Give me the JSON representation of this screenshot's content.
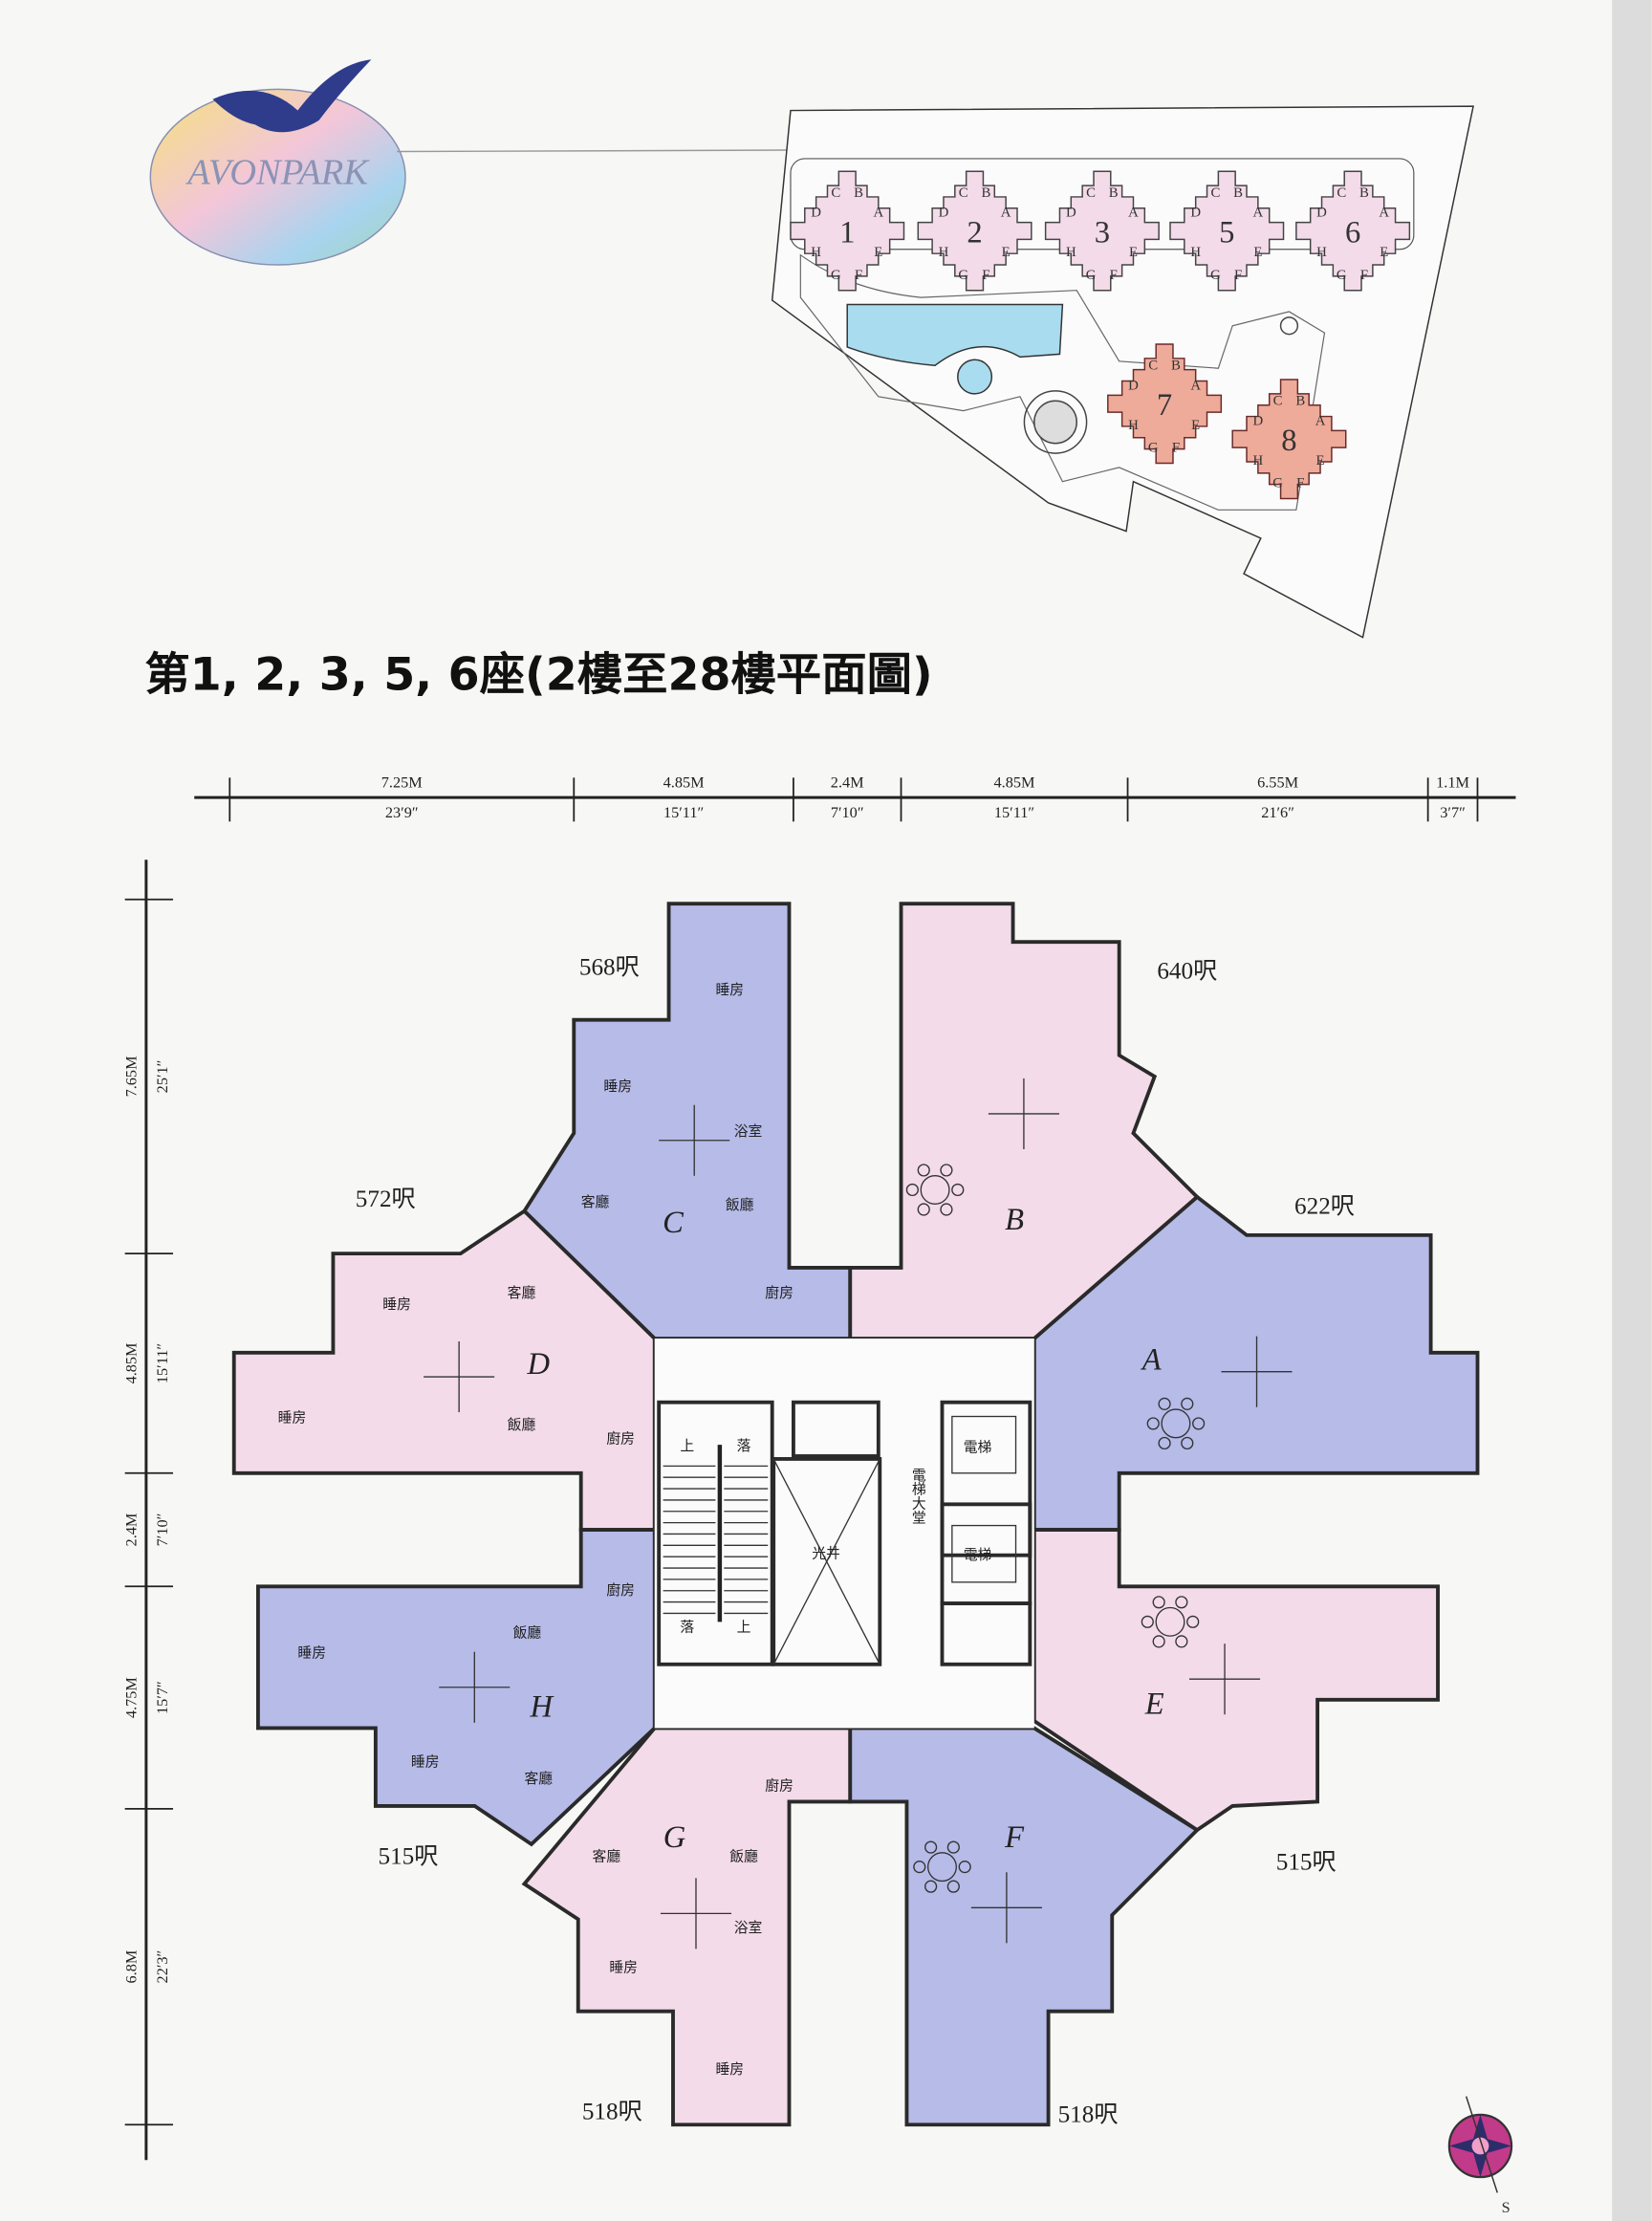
{
  "logo": {
    "text": "AVONPARK"
  },
  "title": "第1, 2, 3, 5, 6座(2樓至28樓平面圖)",
  "site_plan": {
    "blocks": [
      "1",
      "2",
      "3",
      "5",
      "6",
      "7",
      "8"
    ],
    "wing_letters": [
      "A",
      "B",
      "C",
      "D",
      "E",
      "F",
      "G",
      "H"
    ],
    "colors": {
      "highlight": "#f3dbe9",
      "other": "#eeab9a",
      "pool": "#a9dcef"
    }
  },
  "dimensions": {
    "horizontal": [
      {
        "m": "7.25M",
        "ft": "23′9″"
      },
      {
        "m": "4.85M",
        "ft": "15′11″"
      },
      {
        "m": "2.4M",
        "ft": "7′10″"
      },
      {
        "m": "4.85M",
        "ft": "15′11″"
      },
      {
        "m": "6.55M",
        "ft": "21′6″"
      },
      {
        "m": "1.1M",
        "ft": "3′7″"
      }
    ],
    "vertical": [
      {
        "m": "7.65M",
        "ft": "25′1″"
      },
      {
        "m": "4.85M",
        "ft": "15′11″"
      },
      {
        "m": "2.4M",
        "ft": "7′10″"
      },
      {
        "m": "4.75M",
        "ft": "15′7″"
      },
      {
        "m": "6.8M",
        "ft": "22′3″"
      }
    ]
  },
  "units": [
    {
      "id": "A",
      "area": "622呎",
      "color": "#b6bbe8",
      "rooms": []
    },
    {
      "id": "B",
      "area": "640呎",
      "color": "#f3dbe9",
      "rooms": []
    },
    {
      "id": "C",
      "area": "568呎",
      "color": "#b6bbe8",
      "rooms": [
        "睡房",
        "睡房",
        "浴室",
        "客廳",
        "飯廳",
        "廚房"
      ]
    },
    {
      "id": "D",
      "area": "572呎",
      "color": "#f3dbe9",
      "rooms": [
        "睡房",
        "客廳",
        "睡房",
        "飯廳",
        "廚房"
      ]
    },
    {
      "id": "E",
      "area": "515呎",
      "color": "#f3dbe9",
      "rooms": []
    },
    {
      "id": "F",
      "area": "518呎",
      "color": "#b6bbe8",
      "rooms": []
    },
    {
      "id": "G",
      "area": "518呎",
      "color": "#f3dbe9",
      "rooms": [
        "廚房",
        "客廳",
        "飯廳",
        "浴室",
        "睡房",
        "睡房"
      ]
    },
    {
      "id": "H",
      "area": "515呎",
      "color": "#b6bbe8",
      "rooms": [
        "睡房",
        "飯廳",
        "廚房",
        "睡房",
        "客廳"
      ]
    }
  ],
  "core": {
    "stair_up": "上",
    "stair_down": "落",
    "light_well": "光井",
    "lift": "電梯",
    "lift_lobby": "電梯大堂"
  },
  "compass": {
    "label": "S"
  }
}
